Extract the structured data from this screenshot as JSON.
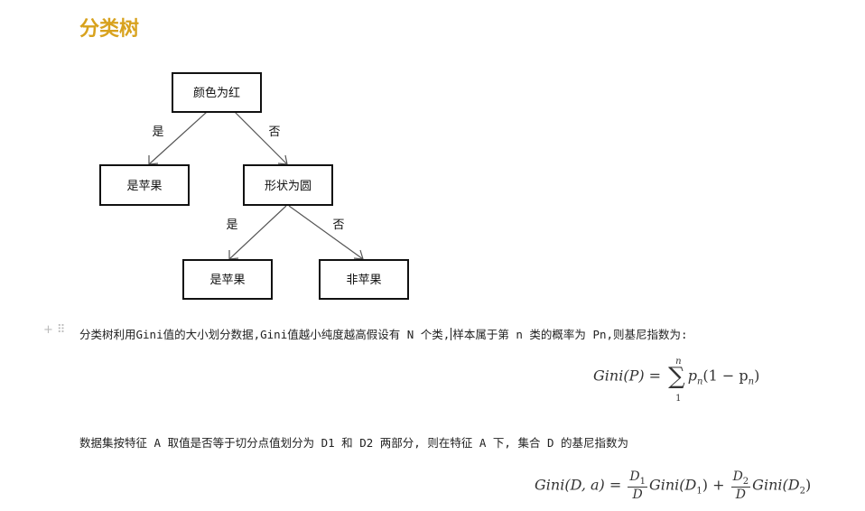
{
  "title": "分类树",
  "tree": {
    "root": "颜色为红",
    "left_edge": "是",
    "right_edge": "否",
    "left_leaf": "是苹果",
    "right_node": "形状为圆",
    "right_left_edge": "是",
    "right_right_edge": "否",
    "right_left_leaf": "是苹果",
    "right_right_leaf": "非苹果"
  },
  "paragraph1": {
    "before_cursor": "分类树利用Gini值的大小划分数据,Gini值越小纯度越高假设有 N 个类,",
    "after_cursor": "样本属于第 n 类的概率为 Pn,则基尼指数为:"
  },
  "formula1": {
    "lhs": "Gini(P) = ",
    "sum_top": "n",
    "sum_bottom": "1",
    "rhs": "p",
    "rhs_sub": "n",
    "rhs_tail_open": "(1 − p",
    "rhs_tail_sub": "n",
    "rhs_tail_close": ")"
  },
  "paragraph2": "数据集按特征 A 取值是否等于切分点值划分为 D1 和 D2 两部分, 则在特征 A 下, 集合 D 的基尼指数为",
  "formula2": {
    "lhs": "Gini(D, a) = ",
    "frac1_num": "D",
    "frac1_num_sub": "1",
    "frac1_den": "D",
    "term1": "Gini(D",
    "term1_sub": "1",
    "term1_close": ") + ",
    "frac2_num": "D",
    "frac2_num_sub": "2",
    "frac2_den": "D",
    "term2": "Gini(D",
    "term2_sub": "2",
    "term2_close": ")"
  },
  "tools": {
    "add_icon": "plus-icon",
    "drag_icon": "drag-handle-icon"
  }
}
